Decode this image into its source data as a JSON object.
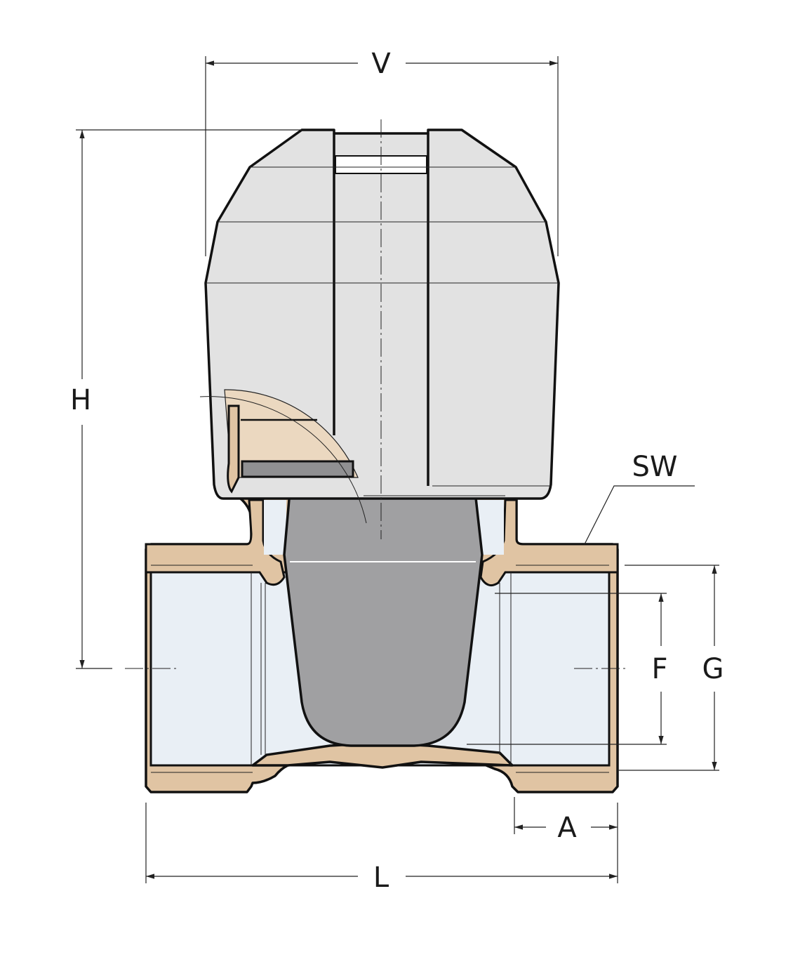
{
  "labels": {
    "width_top": "V",
    "height": "H",
    "wrench_size": "SW",
    "inner_thread": "F",
    "outer_thread": "G",
    "thread_length": "A",
    "length": "L"
  },
  "colors": {
    "actuator": "#e2e2e2",
    "brass": "#e0c4a3",
    "brass_light": "#ebd8c0",
    "bore": "#e9eff5",
    "plug": "#a0a0a2",
    "plate": "#909092",
    "outline": "#111111"
  }
}
